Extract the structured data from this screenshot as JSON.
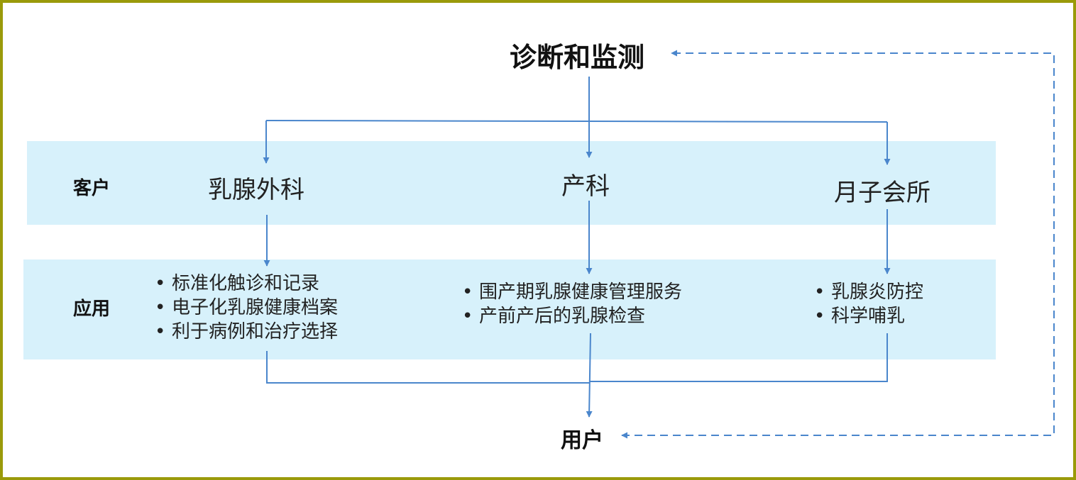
{
  "title": "诊断和监测",
  "rows": {
    "customer_label": "客户",
    "application_label": "应用"
  },
  "customers": [
    "乳腺外科",
    "产科",
    "月子会所"
  ],
  "applications": [
    [
      "标准化触诊和记录",
      "电子化乳腺健康档案",
      "利于病例和治疗选择"
    ],
    [
      "围产期乳腺健康管理服务",
      "产前产后的乳腺检查"
    ],
    [
      "乳腺炎防控",
      "科学哺乳"
    ]
  ],
  "user_label": "用户",
  "colors": {
    "frame": "#9a9a0a",
    "band": "#d7f1fb",
    "connector": "#4a86cc"
  }
}
